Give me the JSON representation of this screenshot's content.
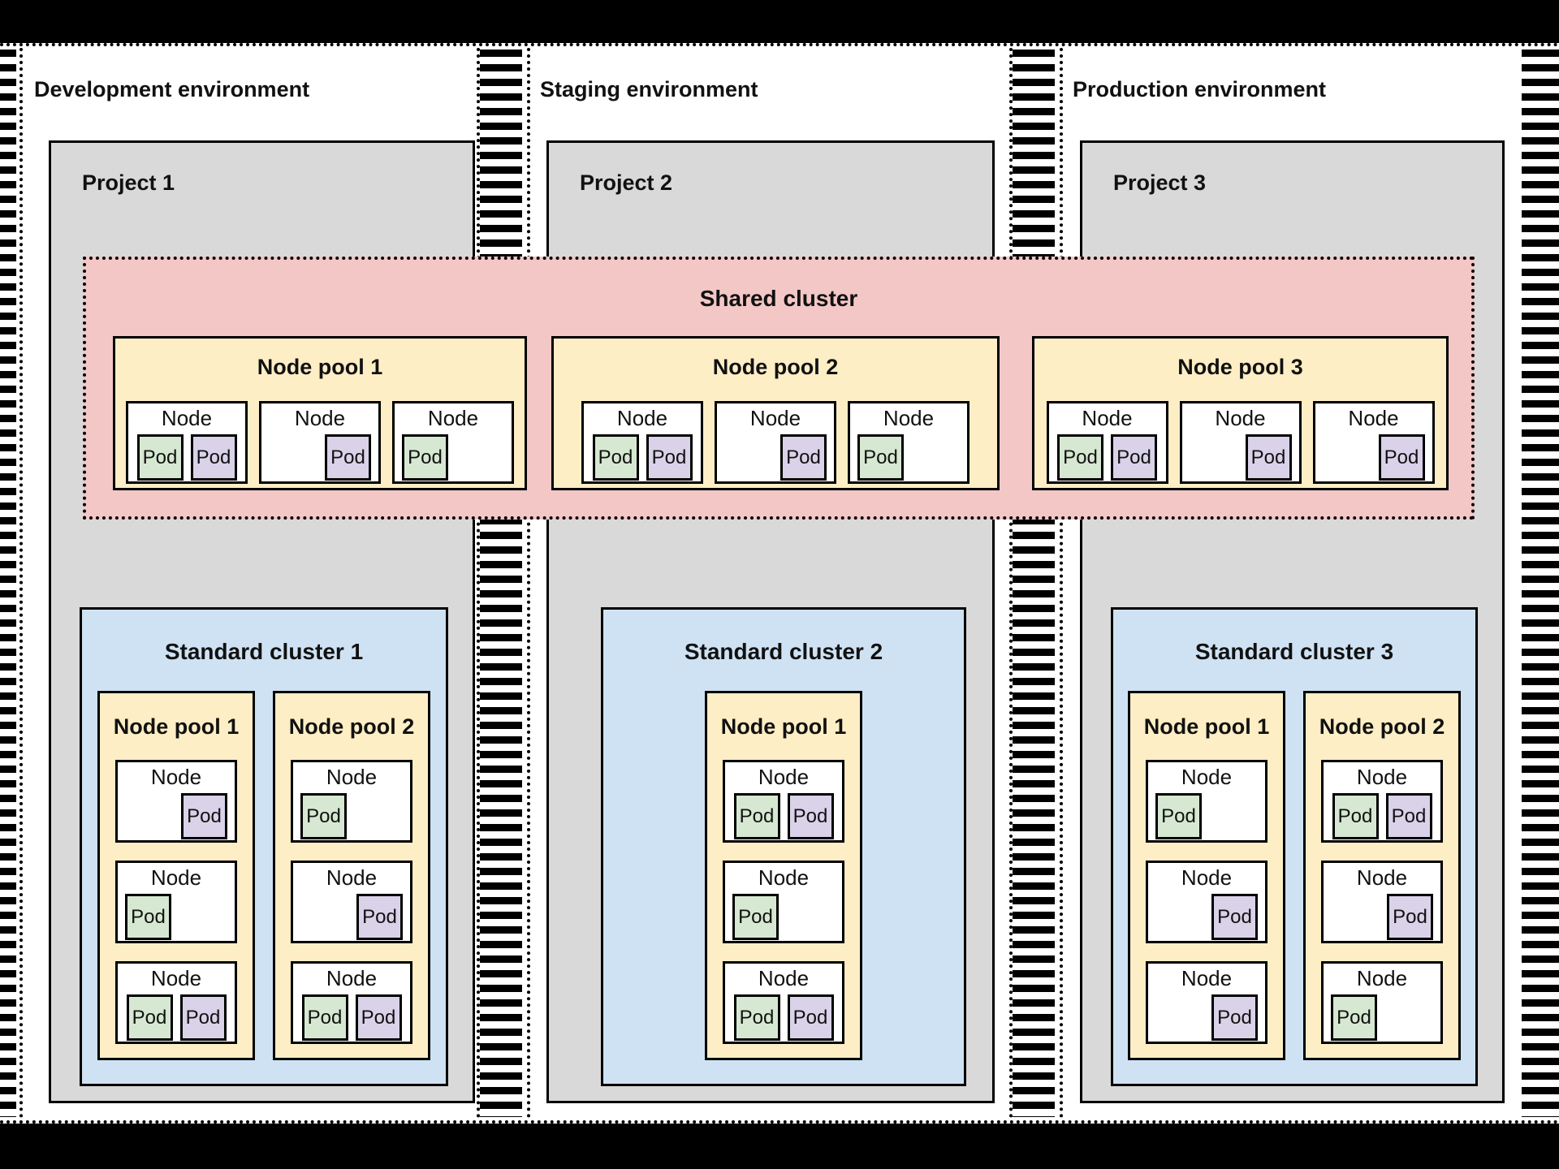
{
  "labels": {
    "node": "Node",
    "pod": "Pod"
  },
  "colors": {
    "project_gray": "#d9d9d9",
    "shared_cluster_pink": "#f4c7c7",
    "node_pool_yellow": "#fdeec5",
    "standard_cluster_blue": "#cfe2f3",
    "pod_green": "#d6e8d1",
    "pod_purple": "#d9d2e9",
    "outline_black": "#000000",
    "background_white": "#ffffff"
  },
  "shared_cluster": {
    "title": "Shared cluster",
    "node_pools": [
      {
        "title": "Node pool 1",
        "nodes": [
          {
            "pods": [
              "green",
              "purple"
            ],
            "align": "center"
          },
          {
            "pods": [
              "purple"
            ],
            "align": "right"
          },
          {
            "pods": [
              "green"
            ],
            "align": "left"
          }
        ]
      },
      {
        "title": "Node pool 2",
        "nodes": [
          {
            "pods": [
              "green",
              "purple"
            ],
            "align": "center"
          },
          {
            "pods": [
              "purple"
            ],
            "align": "right"
          },
          {
            "pods": [
              "green"
            ],
            "align": "left"
          }
        ]
      },
      {
        "title": "Node pool 3",
        "nodes": [
          {
            "pods": [
              "green",
              "purple"
            ],
            "align": "center"
          },
          {
            "pods": [
              "purple"
            ],
            "align": "right"
          },
          {
            "pods": [
              "purple"
            ],
            "align": "right"
          }
        ]
      }
    ]
  },
  "environments": [
    {
      "label": "Development environment",
      "project_label": "Project 1",
      "standard_cluster": {
        "title": "Standard cluster 1",
        "node_pools": [
          {
            "title": "Node pool 1",
            "nodes": [
              {
                "pods": [
                  "purple"
                ],
                "align": "right"
              },
              {
                "pods": [
                  "green"
                ],
                "align": "left"
              },
              {
                "pods": [
                  "green",
                  "purple"
                ],
                "align": "center"
              }
            ]
          },
          {
            "title": "Node pool 2",
            "nodes": [
              {
                "pods": [
                  "green"
                ],
                "align": "left"
              },
              {
                "pods": [
                  "purple"
                ],
                "align": "right"
              },
              {
                "pods": [
                  "green",
                  "purple"
                ],
                "align": "center"
              }
            ]
          }
        ]
      }
    },
    {
      "label": "Staging environment",
      "project_label": "Project 2",
      "standard_cluster": {
        "title": "Standard cluster 2",
        "node_pools": [
          {
            "title": "Node pool 1",
            "nodes": [
              {
                "pods": [
                  "green",
                  "purple"
                ],
                "align": "center"
              },
              {
                "pods": [
                  "green"
                ],
                "align": "left"
              },
              {
                "pods": [
                  "green",
                  "purple"
                ],
                "align": "center"
              }
            ]
          }
        ]
      }
    },
    {
      "label": "Production environment",
      "project_label": "Project 3",
      "standard_cluster": {
        "title": "Standard cluster 3",
        "node_pools": [
          {
            "title": "Node pool 1",
            "nodes": [
              {
                "pods": [
                  "green"
                ],
                "align": "left"
              },
              {
                "pods": [
                  "purple"
                ],
                "align": "right"
              },
              {
                "pods": [
                  "purple"
                ],
                "align": "right"
              }
            ]
          },
          {
            "title": "Node pool 2",
            "nodes": [
              {
                "pods": [
                  "green",
                  "purple"
                ],
                "align": "center"
              },
              {
                "pods": [
                  "purple"
                ],
                "align": "right"
              },
              {
                "pods": [
                  "green"
                ],
                "align": "left"
              }
            ]
          }
        ]
      }
    }
  ]
}
